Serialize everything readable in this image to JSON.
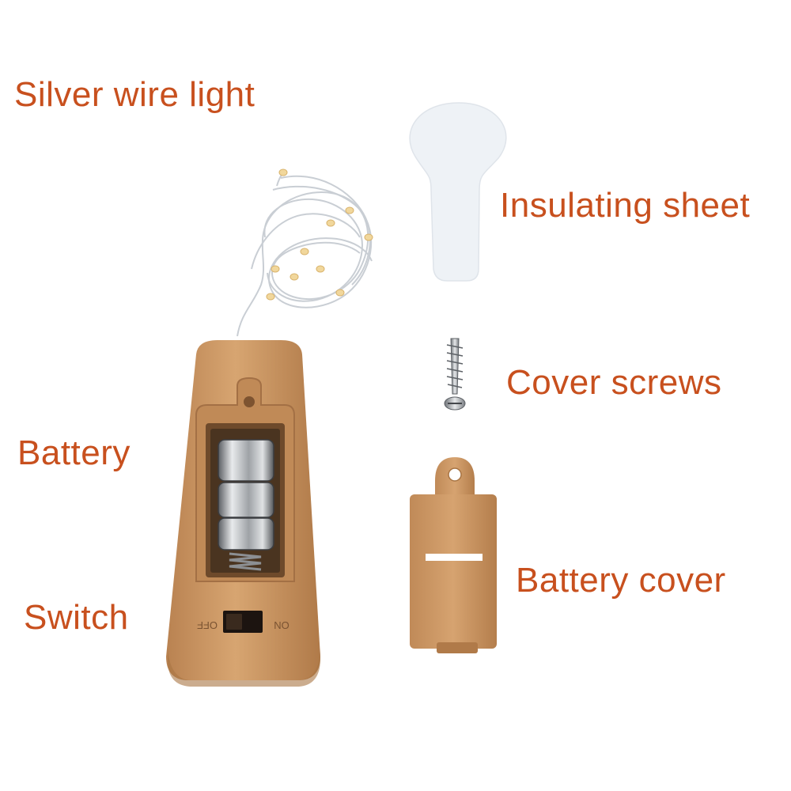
{
  "labels": {
    "silver_wire_light": "Silver wire light",
    "insulating_sheet": "Insulating sheet",
    "cover_screws": "Cover screws",
    "battery": "Battery",
    "battery_cover": "Battery cover",
    "switch": "Switch"
  },
  "switch_markings": {
    "off": "OFF",
    "on": "ON"
  },
  "colors": {
    "label_text": "#c8501e",
    "cork_body": "#c9945f",
    "cork_shadow": "#a87443",
    "insulating_sheet": "#eef2f6",
    "wire": "#c7ccd2",
    "led": "#f1d79c",
    "battery_metal": "#b9bcc0"
  }
}
